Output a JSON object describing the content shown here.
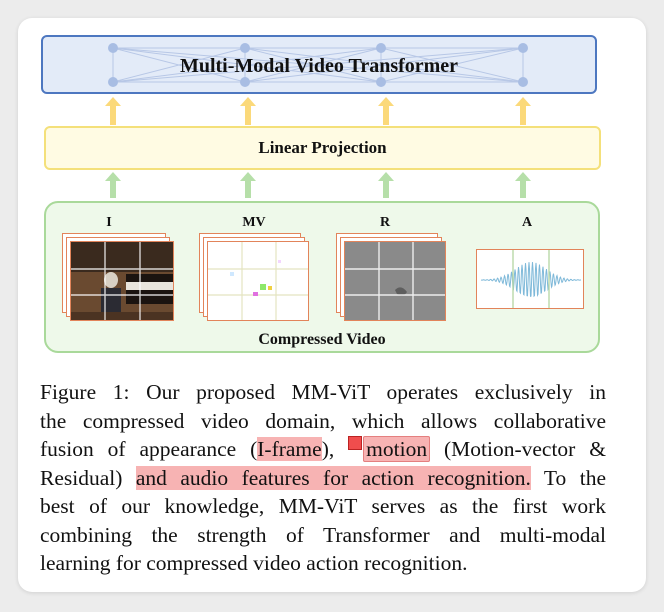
{
  "figure": {
    "transformer_title": "Multi-Modal Video Transformer",
    "projection_title": "Linear Projection",
    "compressed_title": "Compressed Video",
    "modalities": [
      "I",
      "MV",
      "R",
      "A"
    ],
    "colors": {
      "transformer_border": "#4d77c0",
      "transformer_fill": "#e3ebf8",
      "projection_border": "#f4e07a",
      "projection_fill": "#fffbe3",
      "video_border": "#a9d99a",
      "video_fill": "#eef9ea",
      "arrow_yellow": "#fbd97a",
      "arrow_green": "#b6dfa9",
      "frame_border": "#e2845a",
      "highlight": "#f7b3b3"
    }
  },
  "caption": {
    "l1": "Figure 1:  Our proposed MM-ViT operates exclusively in",
    "l2": "the compressed video domain, which allows collaborative",
    "l3a": "fusion of appearance (",
    "l3b": "I-frame",
    "l3c": "), ",
    "l3d": "motion",
    "l3e": " (Motion-vector &",
    "l4a": "Residual) ",
    "l4b": "and audio features for action recognition.",
    "l4c": " To the",
    "l5": "best of our knowledge, MM-ViT serves as the first work",
    "l6": "combining the strength of Transformer and multi-modal",
    "l7": "learning for compressed video action recognition."
  }
}
